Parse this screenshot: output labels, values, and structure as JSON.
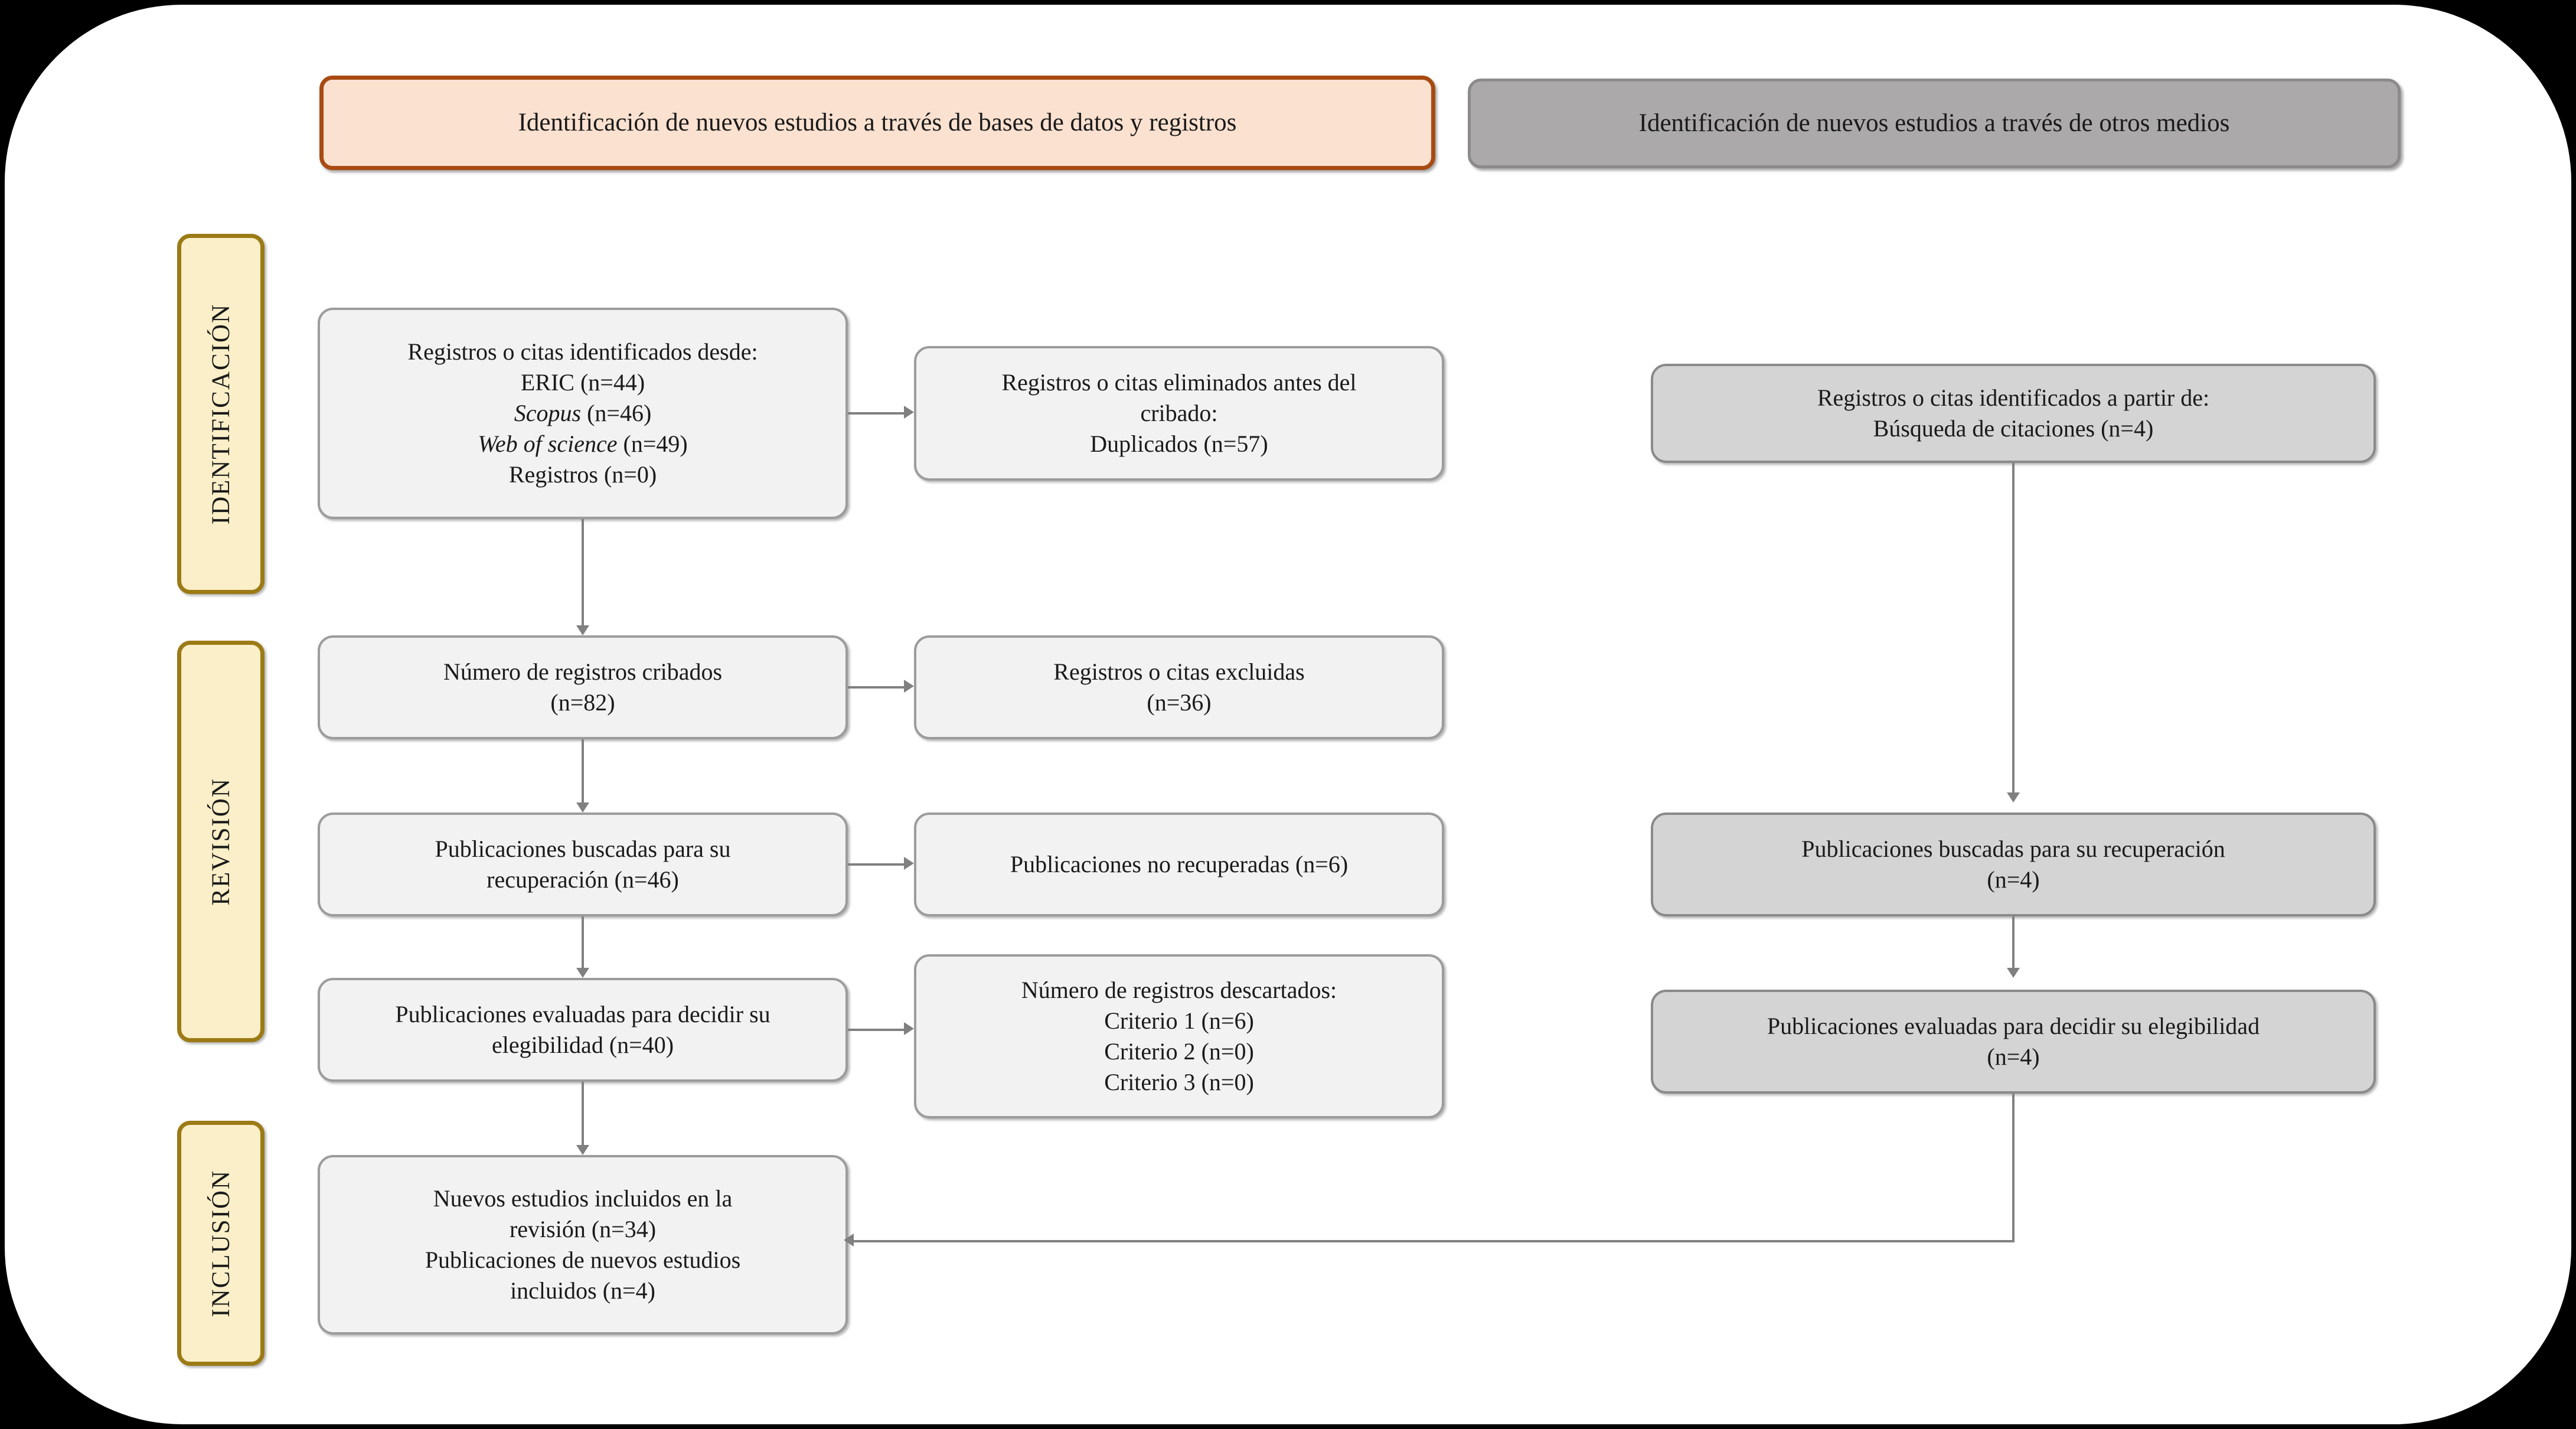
{
  "diagram": {
    "title_type": "PRISMA 2020 flow diagram",
    "headers": {
      "databases": "Identificación de nuevos estudios a través de bases de datos y registros",
      "other": "Identificación de nuevos estudios a través de otros medios"
    },
    "stages": [
      {
        "label": "IDENTIFICACIÓN"
      },
      {
        "label": "REVISIÓN"
      },
      {
        "label": "INCLUSIÓN"
      }
    ],
    "left_column": {
      "identified": {
        "heading": "Registros o citas identificados desde:",
        "lines": [
          {
            "source": "ERIC",
            "count": "(n=44)",
            "italic": false
          },
          {
            "source": "Scopus",
            "count": "(n=46)",
            "italic": true
          },
          {
            "source": "Web of science",
            "count": "(n=49)",
            "italic": true
          },
          {
            "source": "Registros",
            "count": "(n=0)",
            "italic": false
          }
        ]
      },
      "removed_before": {
        "line1": "Registros o citas eliminados antes del",
        "line2": "cribado:",
        "line3": "Duplicados (n=57)"
      },
      "screened": {
        "line1": "Número de registros cribados",
        "line2": "(n=82)"
      },
      "excluded": {
        "line1": "Registros o citas excluidas",
        "line2": "(n=36)"
      },
      "sought": {
        "line1": "Publicaciones buscadas para su",
        "line2": "recuperación (n=46)"
      },
      "not_retrieved": {
        "line1": "Publicaciones no recuperadas (n=6)"
      },
      "assessed": {
        "line1": "Publicaciones evaluadas para decidir su",
        "line2": "elegibilidad (n=40)"
      },
      "discarded": {
        "heading": "Número de registros descartados:",
        "criteria": [
          "Criterio 1 (n=6)",
          "Criterio 2 (n=0)",
          "Criterio 3 (n=0)"
        ]
      },
      "included": {
        "line1": "Nuevos estudios incluidos en la",
        "line2": "revisión (n=34)",
        "line3": "Publicaciones de nuevos estudios",
        "line4": "incluidos (n=4)"
      }
    },
    "right_column": {
      "identified": {
        "line1": "Registros o citas identificados a partir de:",
        "line2": "Búsqueda de citaciones (n=4)"
      },
      "sought": {
        "line1": "Publicaciones buscadas para su recuperación",
        "line2": "(n=4)"
      },
      "assessed": {
        "line1": "Publicaciones evaluadas para decidir su elegibilidad",
        "line2": "(n=4)"
      }
    },
    "colors": {
      "outer_frame": "#000000",
      "canvas": "#FFFFFF",
      "header_peach_fill": "#FBE1D0",
      "header_peach_border": "#A84B12",
      "header_grey_fill": "#ABA9A9",
      "header_grey_border": "#8C8A8A",
      "box_light_fill": "#F2F2F2",
      "box_light_border": "#9C9C9C",
      "box_grey_fill": "#D4D4D4",
      "box_grey_border": "#8A8A8A",
      "stage_fill": "#FAEFC8",
      "stage_border": "#9C7A15",
      "connector": "#808080"
    }
  }
}
